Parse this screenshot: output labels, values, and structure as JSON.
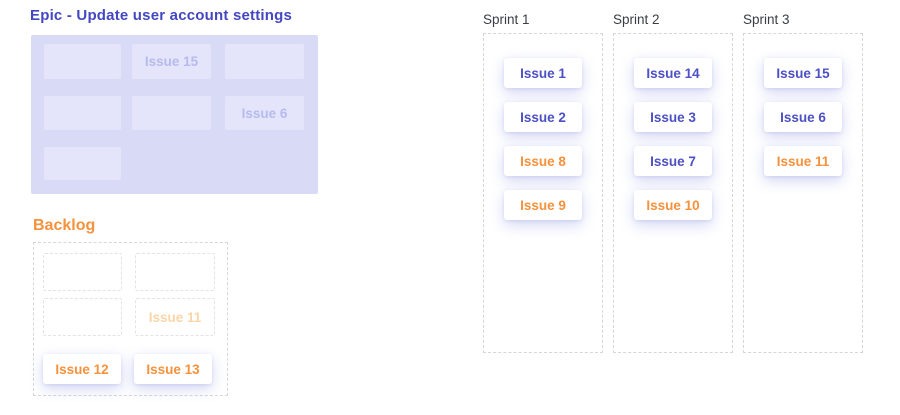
{
  "colors": {
    "indigo_text": "#4c50c4",
    "title_indigo": "#4347c1",
    "orange": "#f6913c",
    "orange_faded": "#fbd5a8",
    "epic_board_bg": "#d9dbf6",
    "epic_card_bg": "#e4e5fa",
    "epic_card_text": "#b7baee",
    "dashed_border": "#d6d6d6",
    "sprint_header_text": "#3a3d46",
    "card_bg": "#ffffff",
    "card_shadow": "rgba(113,122,218,0.30)"
  },
  "epic": {
    "title": "Epic - Update user account settings",
    "cards": [
      {
        "label": ""
      },
      {
        "label": "Issue 15"
      },
      {
        "label": ""
      },
      {
        "label": ""
      },
      {
        "label": ""
      },
      {
        "label": "Issue 6"
      },
      {
        "label": ""
      }
    ]
  },
  "backlog": {
    "title": "Backlog",
    "placeholders": [
      {
        "label": ""
      },
      {
        "label": ""
      },
      {
        "label": ""
      },
      {
        "label": "Issue 11"
      }
    ],
    "cards": [
      {
        "label": "Issue 12",
        "variant": "orange"
      },
      {
        "label": "Issue 13",
        "variant": "orange"
      }
    ]
  },
  "sprints": [
    {
      "title": "Sprint 1",
      "cards": [
        {
          "label": "Issue 1",
          "variant": "indigo"
        },
        {
          "label": "Issue 2",
          "variant": "indigo"
        },
        {
          "label": "Issue 8",
          "variant": "orange"
        },
        {
          "label": "Issue 9",
          "variant": "orange"
        }
      ]
    },
    {
      "title": "Sprint 2",
      "cards": [
        {
          "label": "Issue 14",
          "variant": "indigo"
        },
        {
          "label": "Issue 3",
          "variant": "indigo"
        },
        {
          "label": "Issue 7",
          "variant": "indigo"
        },
        {
          "label": "Issue 10",
          "variant": "orange"
        }
      ]
    },
    {
      "title": "Sprint 3",
      "cards": [
        {
          "label": "Issue 15",
          "variant": "indigo"
        },
        {
          "label": "Issue 6",
          "variant": "indigo"
        },
        {
          "label": "Issue 11",
          "variant": "orange"
        }
      ]
    }
  ]
}
